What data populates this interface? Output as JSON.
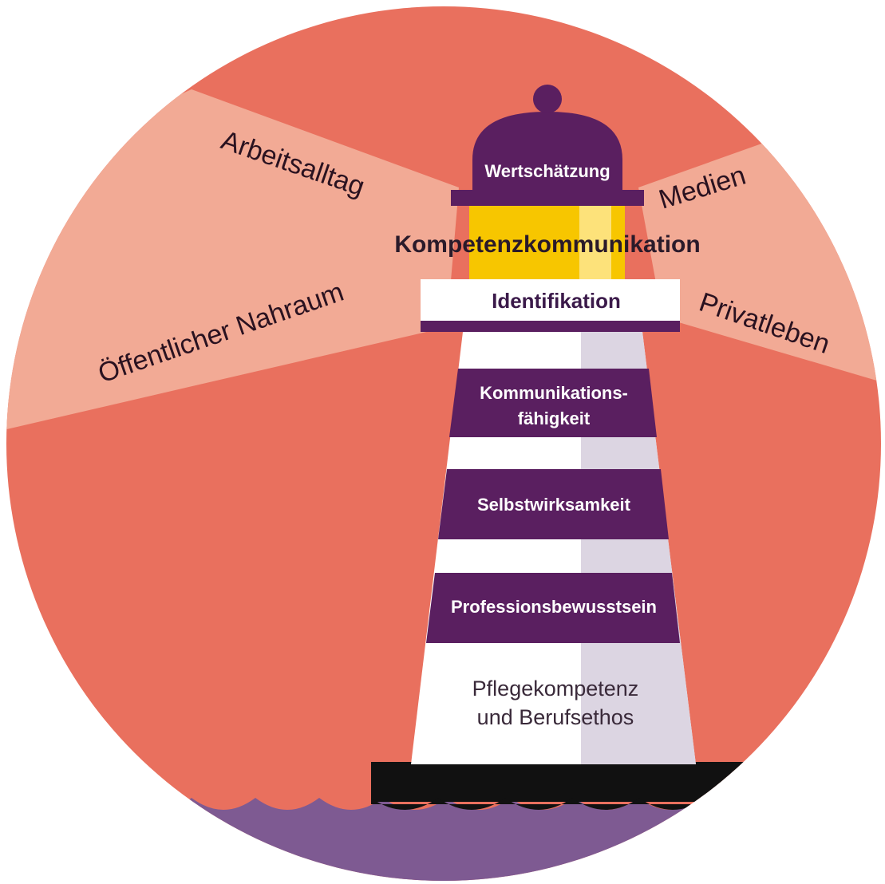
{
  "colors": {
    "coral": "#e9705e",
    "beam": "#f2aa95",
    "purple": "#5a1f60",
    "sea": "#7e5a92",
    "yellow": "#f7c600",
    "yellow_light": "#fde27a",
    "white": "#ffffff",
    "shade": "#dcd5e2",
    "black": "#111111"
  },
  "context_labels": {
    "arbeitsalltag": "Arbeitsalltag",
    "medien": "Medien",
    "oeffentlicher_nahraum": "Öffentlicher Nahraum",
    "privatleben": "Privatleben"
  },
  "lighthouse": {
    "dome": "Wertschätzung",
    "light": "Kompetenzkommunikation",
    "gallery": "Identifikation",
    "band1_line1": "Kommunikations-",
    "band1_line2": "fähigkeit",
    "band2": "Selbstwirksamkeit",
    "band3": "Professionsbewusstsein",
    "base_line1": "Pflegekompetenz",
    "base_line2": "und Berufsethos"
  }
}
